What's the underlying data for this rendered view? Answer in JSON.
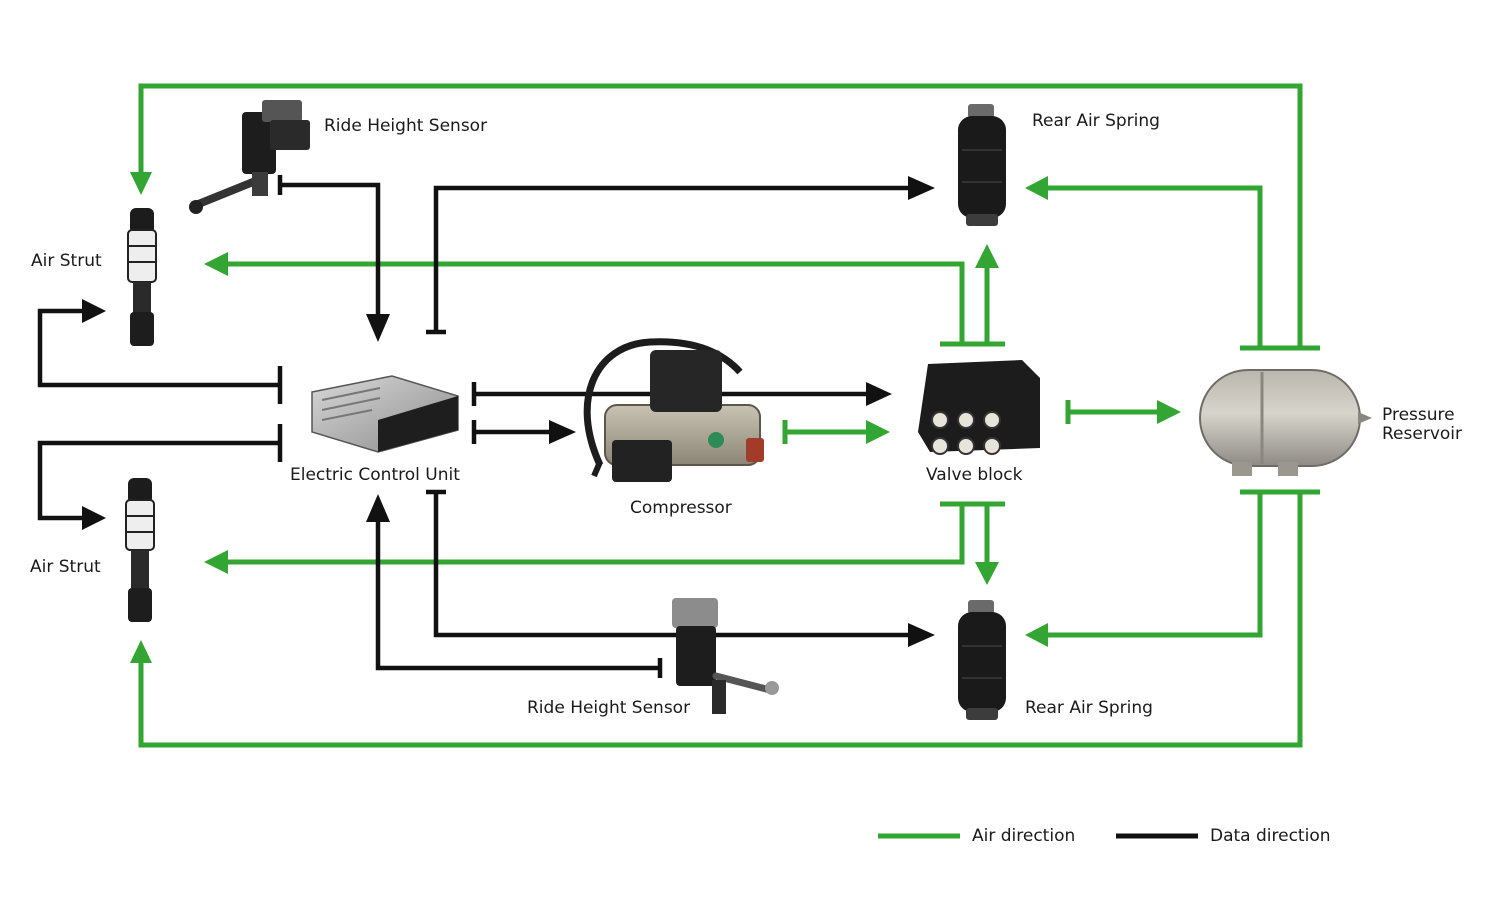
{
  "labels": {
    "ride_height_sensor_top": "Ride Height Sensor",
    "ride_height_sensor_bottom": "Ride Height Sensor",
    "rear_air_spring_top": "Rear Air Spring",
    "rear_air_spring_bottom": "Rear Air Spring",
    "air_strut_top": "Air Strut",
    "air_strut_bottom": "Air Strut",
    "ecu": "Electric Control Unit",
    "compressor": "Compressor",
    "valve_block": "Valve block",
    "pressure_reservoir_line1": "Pressure",
    "pressure_reservoir_line2": "Reservoir"
  },
  "legend": {
    "air": "Air direction",
    "data": "Data direction"
  },
  "colors": {
    "air": "#33a532",
    "data": "#111111"
  }
}
